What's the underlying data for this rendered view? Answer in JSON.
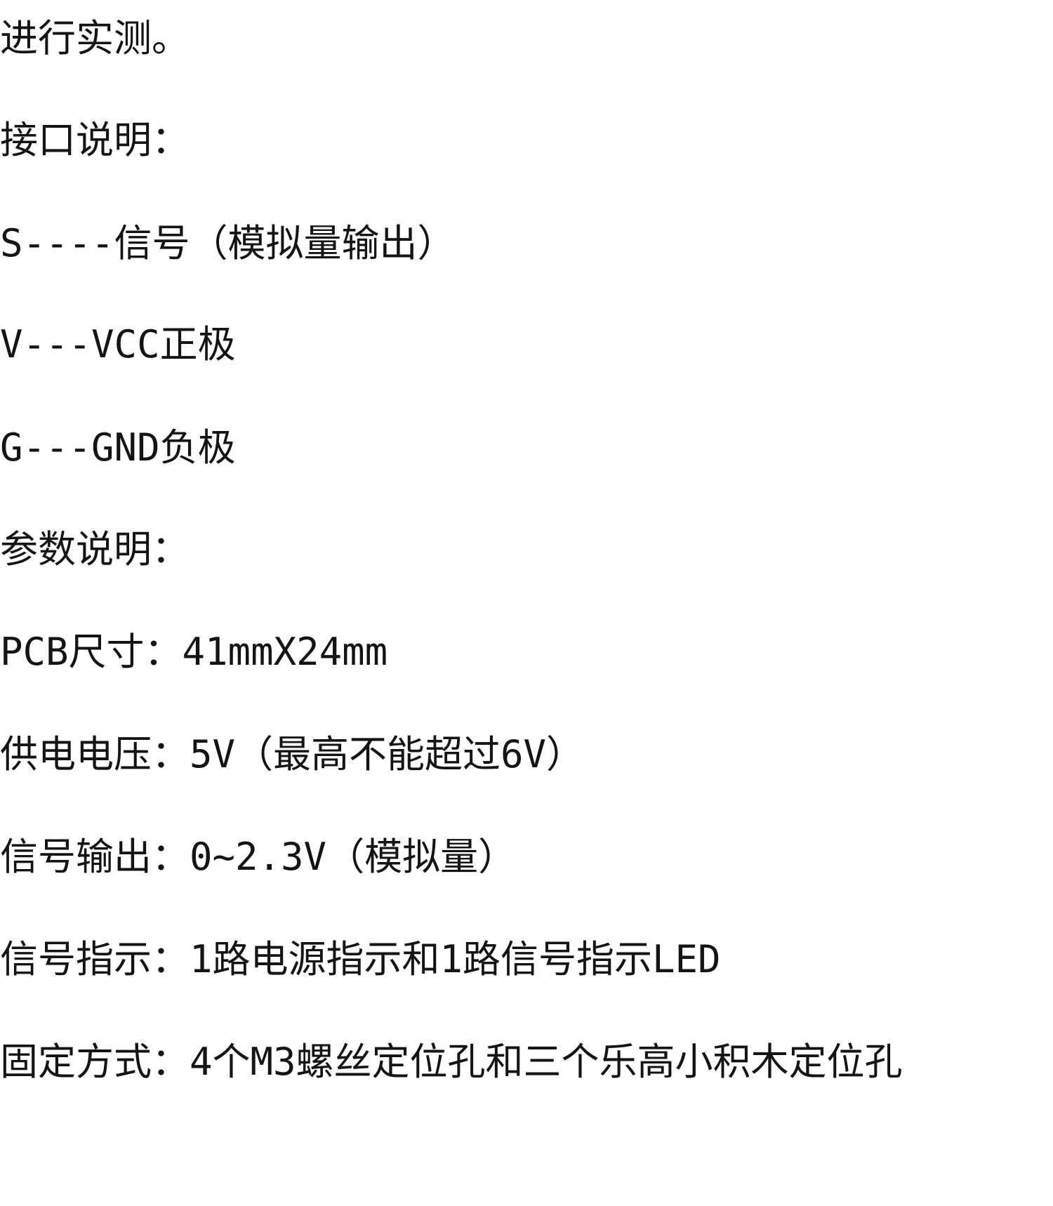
{
  "document": {
    "lines": [
      "进行实测。",
      "接口说明：",
      "S----信号（模拟量输出）",
      "V---VCC正极",
      "G---GND负极",
      "参数说明：",
      "PCB尺寸：41mmX24mm",
      "供电电压：5V（最高不能超过6V）",
      "信号输出：0~2.3V（模拟量）",
      "信号指示：1路电源指示和1路信号指示LED",
      "固定方式：4个M3螺丝定位孔和三个乐高小积木定位孔"
    ]
  }
}
